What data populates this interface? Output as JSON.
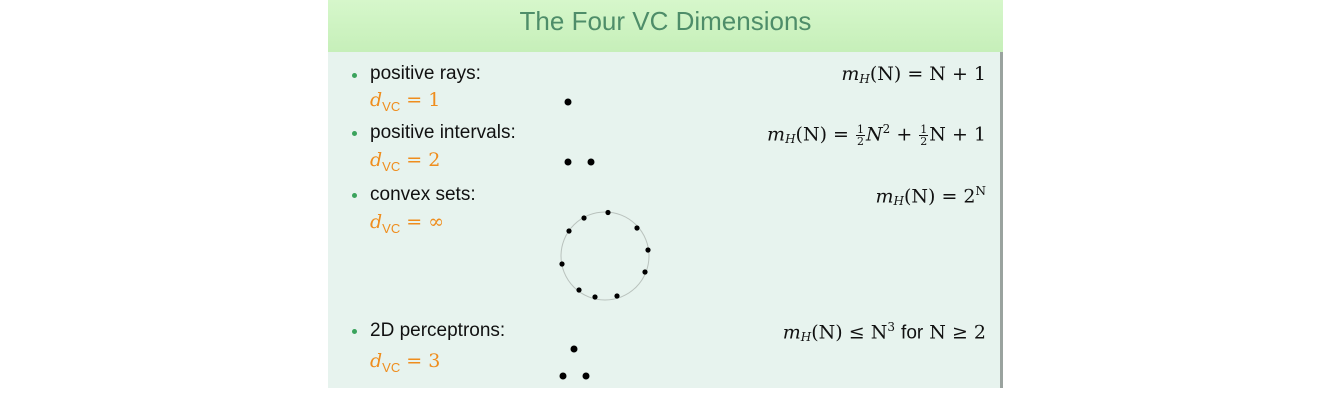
{
  "slide": {
    "title": "The Four VC Dimensions",
    "items": [
      {
        "label": "positive rays:",
        "dvc_symbol": "d",
        "dvc_sub": "VC",
        "dvc_value": "= 1",
        "formula": {
          "m": "m",
          "h": "H",
          "n": "(N)",
          "rest": "= N + 1"
        }
      },
      {
        "label": "positive intervals:",
        "dvc_symbol": "d",
        "dvc_sub": "VC",
        "dvc_value": "= 2",
        "formula": {
          "m": "m",
          "h": "H",
          "n": "(N)",
          "eq": "=",
          "frac_num": "1",
          "frac_den": "2",
          "n2": "N",
          "exp": "2",
          "plus": "+",
          "n1": "N + 1"
        }
      },
      {
        "label": "convex sets:",
        "dvc_symbol": "d",
        "dvc_sub": "VC",
        "dvc_value": "= ∞",
        "formula": {
          "m": "m",
          "h": "H",
          "n": "(N)",
          "rest": "= 2",
          "exp": "N"
        }
      },
      {
        "label": "2D perceptrons:",
        "dvc_symbol": "d",
        "dvc_sub": "VC",
        "dvc_value": "= 3",
        "formula": {
          "m": "m",
          "h": "H",
          "n": "(N)",
          "rest": "≤ N",
          "exp": "3",
          "for": "for",
          "cond": "N ≥ 2"
        }
      }
    ]
  }
}
